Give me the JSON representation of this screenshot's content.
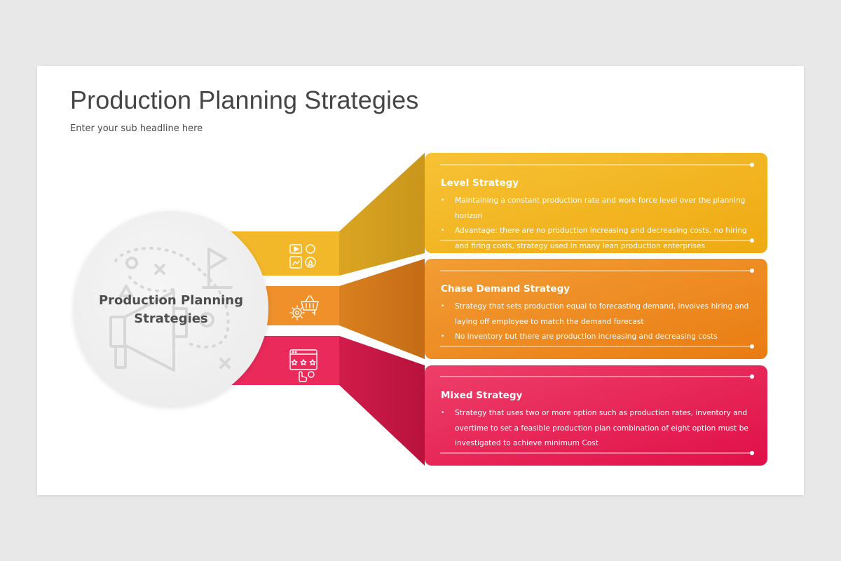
{
  "header": {
    "title": "Production Planning Strategies",
    "subtitle": "Enter your sub headline here"
  },
  "center": {
    "line1": "Production Planning",
    "line2": "Strategies",
    "watermark_icon": "marketing-strategy-icon"
  },
  "strategies": [
    {
      "title": "Level Strategy",
      "icon": "video-chess-icon",
      "color": "#f1b51e",
      "bullets": [
        "Maintaining a constant production rate and work force level over the planning horizon",
        "Advantage: there are no production increasing and decreasing costs, no hiring and firing costs, strategy used in many lean production enterprises"
      ]
    },
    {
      "title": "Chase Demand Strategy",
      "icon": "basket-gear-icon",
      "color": "#ee8a22",
      "bullets": [
        "Strategy that sets production equal to forecasting demand, involves hiring and laying off employee to match the demand forecast",
        "No inventory but there are production increasing and decreasing costs"
      ]
    },
    {
      "title": "Mixed Strategy",
      "icon": "web-rating-icon",
      "color": "#e81d52",
      "bullets": [
        "Strategy that uses two or more option such as production rates, inventory and overtime to set a feasible production plan combination of eight option must be investigated to achieve minimum Cost"
      ]
    }
  ]
}
